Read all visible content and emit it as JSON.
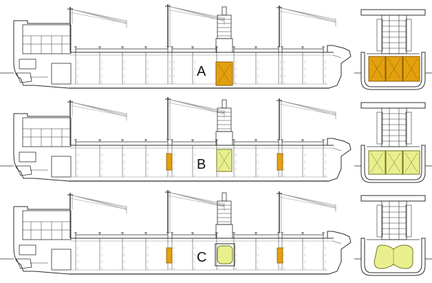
{
  "variants": [
    {
      "label": "A",
      "layout": "A"
    },
    {
      "label": "B",
      "layout": "B"
    },
    {
      "label": "C",
      "layout": "C"
    }
  ],
  "colors": {
    "line": "#2b2b2b",
    "light_line": "#8c8c8c",
    "orange_fill": "#e3a10f",
    "orange_stroke": "#8a5a00",
    "yellow_fill": "#eaef8e",
    "yellow_stroke": "#6f7424",
    "crane": "#9a9a9a"
  },
  "icons": [
    "ship-profile-icon",
    "cross-section-icon",
    "crane-icon"
  ]
}
